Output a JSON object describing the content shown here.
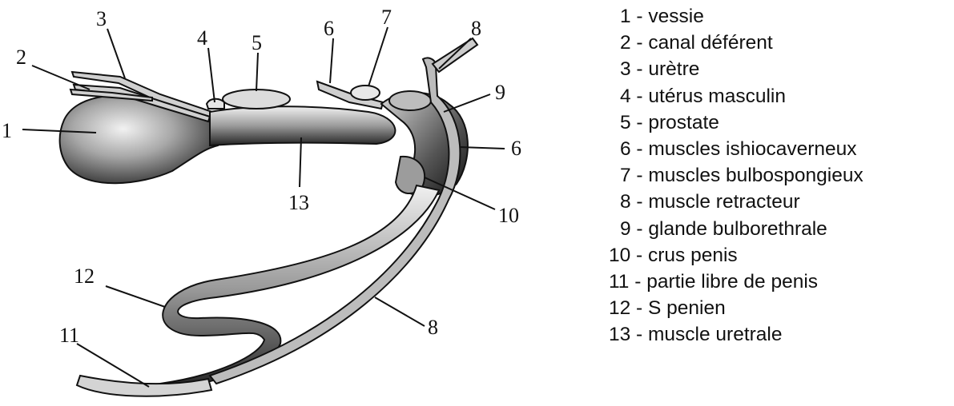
{
  "diagram": {
    "callouts": [
      {
        "id": "c1",
        "label": "1"
      },
      {
        "id": "c2",
        "label": "2"
      },
      {
        "id": "c3",
        "label": "3"
      },
      {
        "id": "c4",
        "label": "4"
      },
      {
        "id": "c5",
        "label": "5"
      },
      {
        "id": "c6a",
        "label": "6"
      },
      {
        "id": "c6b",
        "label": "6"
      },
      {
        "id": "c7",
        "label": "7"
      },
      {
        "id": "c8a",
        "label": "8"
      },
      {
        "id": "c8b",
        "label": "8"
      },
      {
        "id": "c9",
        "label": "9"
      },
      {
        "id": "c10",
        "label": "10"
      },
      {
        "id": "c11",
        "label": "11"
      },
      {
        "id": "c12",
        "label": "12"
      },
      {
        "id": "c13",
        "label": "13"
      }
    ],
    "legend": [
      "1 - vessie",
      "2 - canal déférent",
      "3 - urètre",
      "4 - utérus masculin",
      "5 - prostate",
      "6 - muscles ishiocaverneux",
      "7 - muscles bulbospongieux",
      "8 - muscle retracteur",
      "9 - glande bulborethrale",
      "10 - crus penis",
      "11 - partie libre de penis",
      "12 - S penien",
      "13 - muscle uretrale"
    ]
  }
}
